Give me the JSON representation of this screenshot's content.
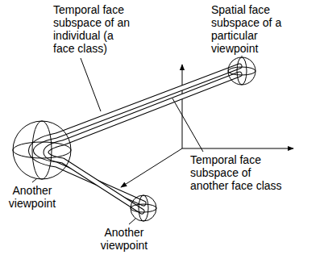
{
  "diagram": {
    "labels": [
      "Temporal face subspace of an individual (a face class)",
      "Spatial face subspace of a particular viewpoint",
      "Temporal face subspace of another face class",
      "Another viewpoint",
      "Another viewpoint"
    ]
  }
}
